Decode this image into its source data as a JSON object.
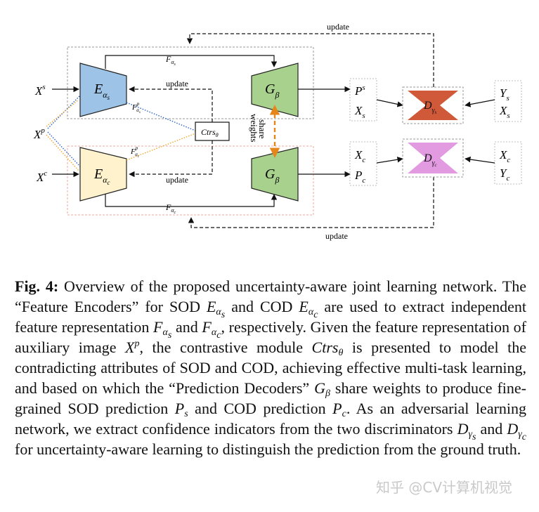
{
  "figure": {
    "inputs": {
      "xs": "X",
      "xs_sup": "s",
      "xp": "X",
      "xp_sup": "p",
      "xc": "X",
      "xc_sup": "c"
    },
    "encoders": {
      "s": {
        "base": "E",
        "sub": "α",
        "subsub": "s"
      },
      "c": {
        "base": "E",
        "sub": "α",
        "subsub": "c"
      }
    },
    "decoders": {
      "base": "G",
      "sub": "β"
    },
    "contrastive": {
      "base": "Ctrs",
      "sub": "θ"
    },
    "features": {
      "fas": {
        "base": "F",
        "sub": "α",
        "subsub": "s"
      },
      "fac": {
        "base": "F",
        "sub": "α",
        "subsub": "c"
      },
      "fps": {
        "base": "F",
        "sup": "p",
        "sub": "α",
        "subsub": "s"
      },
      "fpc": {
        "base": "F",
        "sup": "p",
        "sub": "α",
        "subsub": "c"
      }
    },
    "share_weights": {
      "line1": "share",
      "line2": "weights"
    },
    "update": "update",
    "outputs": {
      "ps": {
        "base": "P",
        "sup": "s"
      },
      "xs": {
        "base": "X",
        "sub": "s"
      },
      "xc": {
        "base": "X",
        "sub": "c"
      },
      "pc": {
        "base": "P",
        "sub": "c"
      }
    },
    "discriminators": {
      "s": {
        "base": "D",
        "sub": "γ",
        "subsub": "s"
      },
      "c": {
        "base": "D",
        "sub": "γ",
        "subsub": "c"
      }
    },
    "gt": {
      "ys": {
        "base": "Y",
        "sub": "s"
      },
      "xs": {
        "base": "X",
        "sub": "s"
      },
      "xc": {
        "base": "X",
        "sub": "c"
      },
      "yc": {
        "base": "Y",
        "sub": "c"
      }
    }
  },
  "caption": {
    "label": "Fig. 4:",
    "t1": " Overview of the proposed uncertainty-aware joint learning network. The “Feature Encoders” for SOD ",
    "t2": " and COD ",
    "t3": " are used to extract independent feature representation ",
    "t4": " and ",
    "t5": ", respectively. Given the feature representation of auxiliary image ",
    "t6": ", the contrastive module ",
    "t7": " is presented to model the contradicting attributes of SOD and COD, achieving effective multi-task learning, and based on which the “Prediction Decoders” ",
    "t8": " share weights to produce fine-grained SOD prediction ",
    "t9": " and COD prediction ",
    "t10": ". As an adversarial learning network, we extract confidence indicators from the two discriminators ",
    "t11": " and ",
    "t12": " for uncertainty-aware learning to distinguish the prediction from the ground truth.",
    "sym": {
      "e": "E",
      "alpha": "α",
      "s": "s",
      "c": "c",
      "f": "F",
      "x": "X",
      "p": "p",
      "ctrs": "Ctrs",
      "theta": "θ",
      "g": "G",
      "beta": "β",
      "P": "P",
      "d": "D",
      "gamma": "γ"
    }
  },
  "watermark": "知乎 @CV计算机视觉",
  "colors": {
    "encoder_s": "#9dc3e6",
    "encoder_c": "#fff2cc",
    "decoder": "#a9d18e",
    "disc_s": "#d0593a",
    "disc_c": "#e29ae0",
    "share_arrow": "#e4861a",
    "dot_blue": "#2e63c7",
    "dot_orange": "#f0a830"
  }
}
